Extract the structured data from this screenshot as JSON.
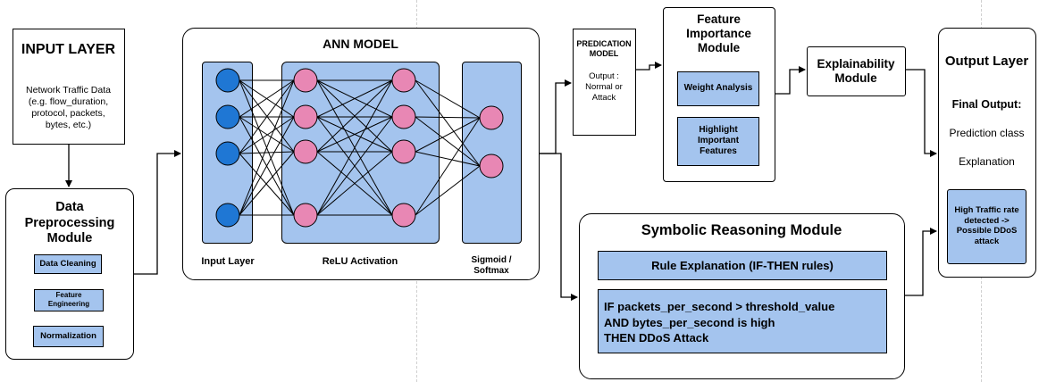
{
  "input_layer": {
    "title": "INPUT LAYER",
    "desc": "Network Traffic Data (e.g. flow_duration, protocol, packets, bytes, etc.)"
  },
  "preprocessing": {
    "title": "Data Preprocessing Module",
    "items": [
      "Data Cleaning",
      "Feature Engineering",
      "Normalization"
    ]
  },
  "ann": {
    "title": "ANN MODEL",
    "input_label": "Input Layer",
    "hidden_label": "ReLU Activation",
    "output_label": "Sigmoid / Softmax"
  },
  "prediction": {
    "title": "PREDICATION MODEL",
    "output": "Output : Normal or Attack"
  },
  "feature_importance": {
    "title": "Feature Importance Module",
    "items": [
      "Weight Analysis",
      "Highlight Important Features"
    ]
  },
  "explainability": {
    "title": "Explainability Module"
  },
  "symbolic": {
    "title": "Symbolic Reasoning Module",
    "rule_title": "Rule Explanation (IF-THEN rules)",
    "rule_lines": [
      "IF packets_per_second > threshold_value",
      "AND bytes_per_second is high",
      "THEN DDoS Attack"
    ]
  },
  "output_layer": {
    "title": "Output Layer",
    "final": "Final Output:",
    "class": "Prediction class",
    "explanation": "Explanation",
    "alert": "High Traffic rate detected -> Possible DDoS attack"
  },
  "colors": {
    "accent": "#a4c4ee",
    "input_node": "#1f77d4",
    "hidden_node": "#e887b4"
  }
}
